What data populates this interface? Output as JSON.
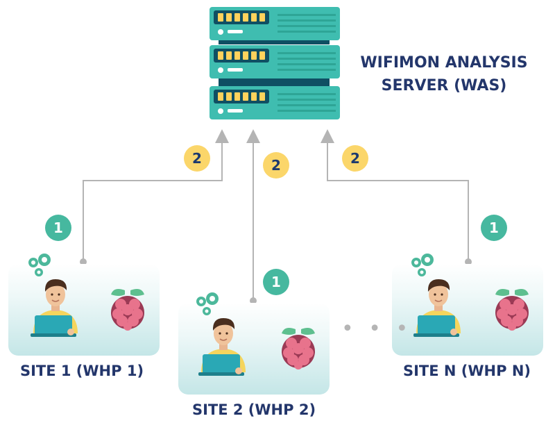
{
  "server": {
    "title_line1": "WIFIMON ANALYSIS",
    "title_line2": "SERVER (WAS)"
  },
  "sites": [
    {
      "label": "SITE 1 (WHP 1)"
    },
    {
      "label": "SITE 2 (WHP 2)"
    },
    {
      "label": "SITE N (WHP N)"
    }
  ],
  "steps": {
    "step1": "1",
    "step2": "2"
  },
  "ellipsis": "• • •",
  "colors": {
    "server_teal": "#3fbdb0",
    "server_dark": "#0f4f63",
    "title_navy": "#23366b",
    "badge_green": "#46b89f",
    "badge_yellow": "#fbd66a",
    "connector_gray": "#b4b4b4",
    "raspberry_pink": "#e8738c",
    "leaf_green": "#5ebf8f"
  }
}
